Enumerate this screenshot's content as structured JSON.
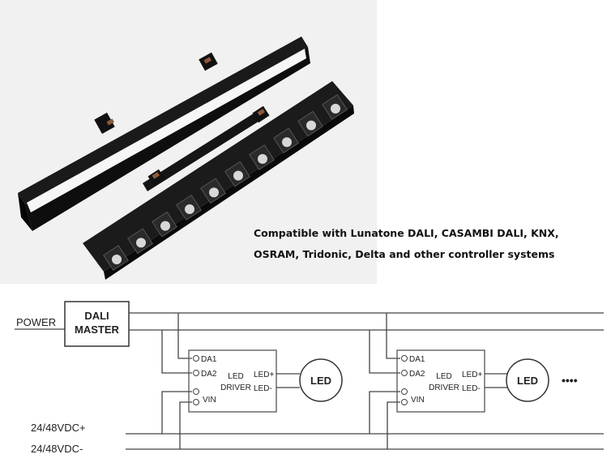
{
  "caption": {
    "line1": "Compatible with Lunatone DALI, CASAMBI DALI, KNX,",
    "line2": "OSRAM, Tridonic, Delta and other controller systems"
  },
  "diagram": {
    "power_label": "POWER",
    "master_line1": "DALI",
    "master_line2": "MASTER",
    "supply_plus": "24/48VDC+",
    "supply_minus": "24/48VDC-",
    "driver": {
      "da1": "DA1",
      "da2": "DA2",
      "vin": "VIN",
      "title_line1": "LED",
      "title_line2": "DRIVER",
      "out_plus": "LED+",
      "out_minus": "LED-",
      "load": "LED"
    },
    "continuation": "••••"
  }
}
